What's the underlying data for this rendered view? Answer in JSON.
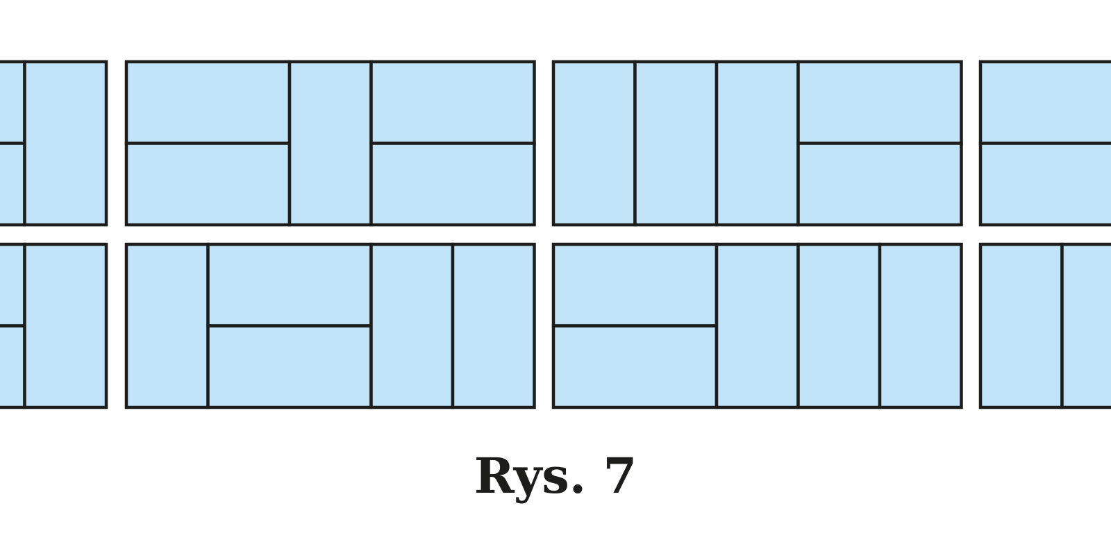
{
  "colors": {
    "fill": "#c2e4f8",
    "stroke": "#1d1d1b",
    "background": "#ffffff"
  },
  "caption": {
    "text": "Rys. 7"
  },
  "rows": [
    {
      "name": "top",
      "tilings": [
        {
          "name": "partial-left",
          "tiles": [
            "H",
            "V"
          ]
        },
        {
          "name": "tiling-1",
          "tiles": [
            "H",
            "V",
            "H"
          ]
        },
        {
          "name": "tiling-2",
          "tiles": [
            "V",
            "V",
            "V",
            "H"
          ]
        },
        {
          "name": "partial-right",
          "tiles": [
            "H"
          ]
        }
      ]
    },
    {
      "name": "bottom",
      "tilings": [
        {
          "name": "partial-left",
          "tiles": [
            "H",
            "V"
          ]
        },
        {
          "name": "tiling-1",
          "tiles": [
            "V",
            "H",
            "V",
            "V"
          ]
        },
        {
          "name": "tiling-2",
          "tiles": [
            "H",
            "V",
            "V",
            "V"
          ]
        },
        {
          "name": "partial-right",
          "tiles": [
            "V",
            "V"
          ]
        }
      ]
    }
  ]
}
